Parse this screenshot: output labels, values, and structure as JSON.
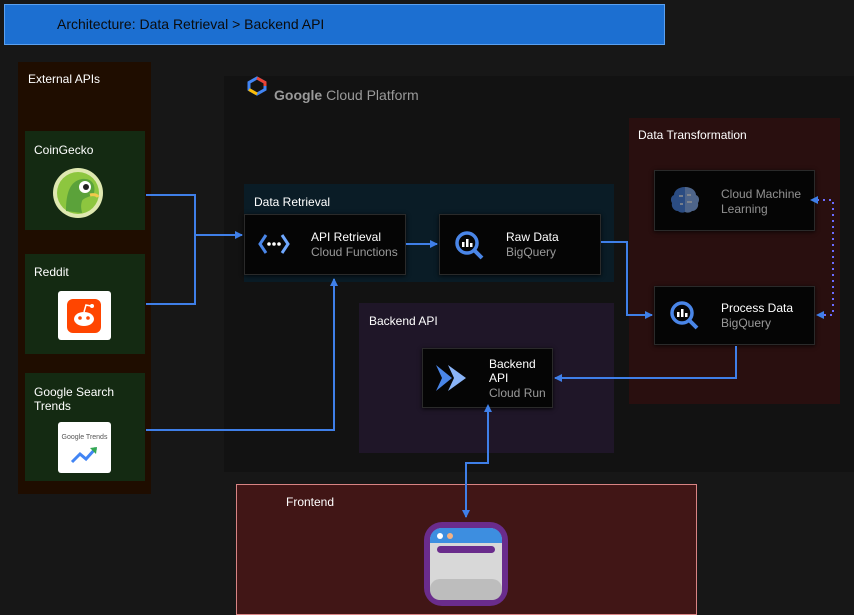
{
  "title": "Architecture: Data Retrieval > Backend API",
  "external_apis": {
    "label": "External APIs",
    "sources": [
      {
        "label": "CoinGecko"
      },
      {
        "label": "Reddit"
      },
      {
        "label": "Google Search Trends",
        "logo_text": "Google Trends"
      }
    ]
  },
  "gcp": {
    "google": "Google",
    "platform": "Cloud Platform"
  },
  "data_retrieval": {
    "label": "Data Retrieval",
    "api_retrieval": {
      "name": "API Retrieval",
      "sub": "Cloud Functions"
    },
    "raw_data": {
      "name": "Raw Data",
      "sub": "BigQuery"
    }
  },
  "data_transformation": {
    "label": "Data Transformation",
    "cloud_ml": {
      "name_1": "Cloud Machine",
      "name_2": "Learning"
    },
    "process_data": {
      "name": "Process Data",
      "sub": "BigQuery"
    }
  },
  "backend_api": {
    "label": "Backend API",
    "service": {
      "name_1": "Backend",
      "name_2": "API",
      "sub": "Cloud Run"
    }
  },
  "frontend": {
    "label": "Frontend"
  },
  "colors": {
    "accent": "#1c6fd1",
    "arrow": "#3f7fe8",
    "gcp_blue": "#4a86e8",
    "reddit": "#ff4500"
  }
}
